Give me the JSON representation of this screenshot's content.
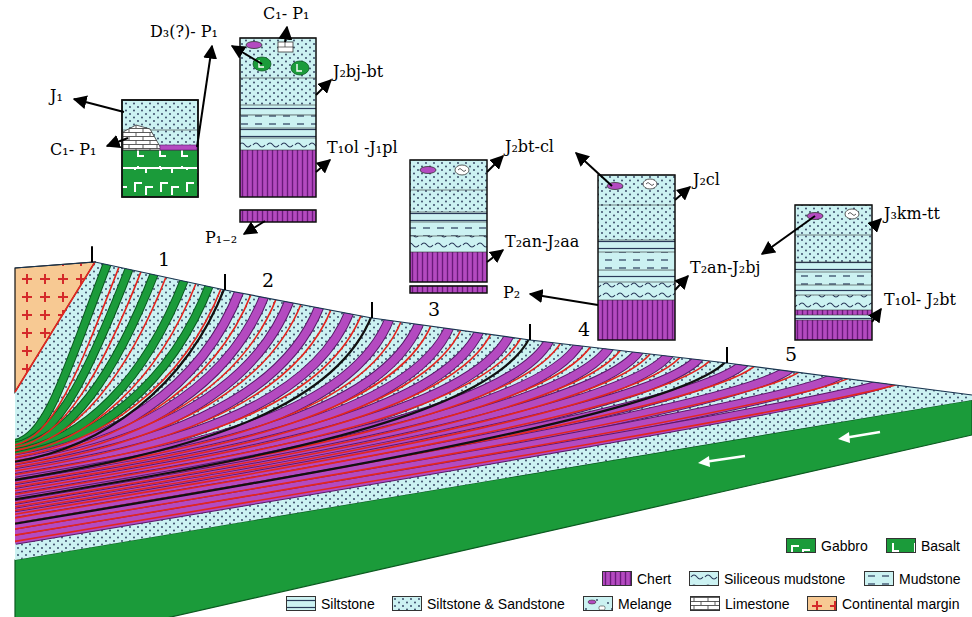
{
  "diagram": {
    "labels": [
      "J₁",
      "C₁- P₁",
      "D₃(?)- P₁",
      "C₁- P₁",
      "J₂bj-bt",
      "T₁ol -J₁pl",
      "P₁₋₂",
      "J₂bt-cl",
      "T₂an-J₂aa",
      "P₂",
      "J₂cl",
      "T₂an-J₂bj",
      "J₃km-tt",
      "T₁ol- J₂bt",
      "1",
      "2",
      "3",
      "4",
      "5"
    ],
    "legend": [
      {
        "text": "Gabbro",
        "color": "#1b9b3a"
      },
      {
        "text": "Basalt",
        "color": "#1b9b3a"
      },
      {
        "text": "Chert",
        "color": "#b44ac0"
      },
      {
        "text": "Siliceous mudstone",
        "color": "#ccf2f2"
      },
      {
        "text": "Mudstone",
        "color": "#ccf2f2"
      },
      {
        "text": "Siltstone",
        "color": "#ccf2f2"
      },
      {
        "text": "Siltstone & Sandstone",
        "color": "#ccf2f2"
      },
      {
        "text": "Melange",
        "color": "#ccf2f2"
      },
      {
        "text": "Limestone",
        "color": "#ffffff"
      },
      {
        "text": "Continental margin",
        "color": "#f7c993"
      }
    ]
  }
}
